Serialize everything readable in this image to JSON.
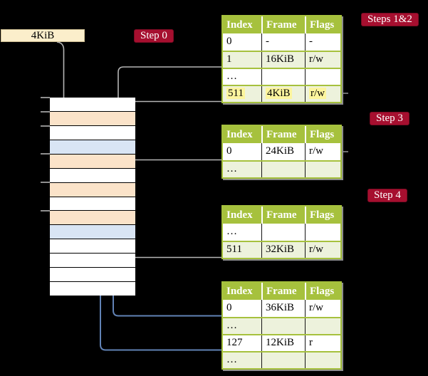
{
  "frame_box": {
    "label": "4KiB"
  },
  "step_labels": [
    {
      "id": "step0",
      "text": "Step 0"
    },
    {
      "id": "steps12",
      "text": "Steps 1&2"
    },
    {
      "id": "step3",
      "text": "Step 3"
    },
    {
      "id": "step4",
      "text": "Step 4"
    }
  ],
  "memory_column": {
    "rows": [
      "white",
      "peach",
      "white",
      "blue",
      "peach",
      "white",
      "peach",
      "white",
      "peach",
      "blue",
      "white",
      "white",
      "white",
      "white"
    ],
    "tick_count": 6
  },
  "tables": [
    {
      "name": "page-table-steps-1-2",
      "headers": [
        "Index",
        "Frame",
        "Flags"
      ],
      "rows": [
        {
          "cells": [
            "0",
            "-",
            "-"
          ],
          "shaded": false,
          "highlight": false
        },
        {
          "cells": [
            "1",
            "16KiB",
            "r/w"
          ],
          "shaded": true,
          "highlight": false
        },
        {
          "cells": [
            "…",
            "",
            ""
          ],
          "shaded": false,
          "highlight": false
        },
        {
          "cells": [
            "511",
            "4KiB",
            "r/w"
          ],
          "shaded": true,
          "highlight": true
        }
      ]
    },
    {
      "name": "page-table-step-3",
      "headers": [
        "Index",
        "Frame",
        "Flags"
      ],
      "rows": [
        {
          "cells": [
            "0",
            "24KiB",
            "r/w"
          ],
          "shaded": false,
          "highlight": false
        },
        {
          "cells": [
            "…",
            "",
            ""
          ],
          "shaded": true,
          "highlight": false
        }
      ]
    },
    {
      "name": "page-table-step-4",
      "headers": [
        "Index",
        "Frame",
        "Flags"
      ],
      "rows": [
        {
          "cells": [
            "…",
            "",
            ""
          ],
          "shaded": false,
          "highlight": false
        },
        {
          "cells": [
            "511",
            "32KiB",
            "r/w"
          ],
          "shaded": true,
          "highlight": false
        }
      ]
    },
    {
      "name": "page-table-final",
      "headers": [
        "Index",
        "Frame",
        "Flags"
      ],
      "rows": [
        {
          "cells": [
            "0",
            "36KiB",
            "r/w"
          ],
          "shaded": false,
          "highlight": false
        },
        {
          "cells": [
            "…",
            "",
            ""
          ],
          "shaded": true,
          "highlight": false
        },
        {
          "cells": [
            "127",
            "12KiB",
            "r"
          ],
          "shaded": false,
          "highlight": false
        },
        {
          "cells": [
            "…",
            "",
            ""
          ],
          "shaded": true,
          "highlight": false
        }
      ]
    }
  ],
  "connections": [
    {
      "from": "4KiB box",
      "to": "memory frame 4KiB",
      "color": "gray"
    },
    {
      "from": "table1 row 1 (16KiB)",
      "to": "memory frame 16KiB",
      "color": "gray"
    },
    {
      "from": "table1 row 511 (4KiB)",
      "to": "memory frame 4KiB",
      "color": "gray"
    },
    {
      "from": "table2 row 0 (24KiB)",
      "to": "memory frame 24KiB",
      "color": "gray"
    },
    {
      "from": "table3 row 511 (32KiB)",
      "to": "memory frame 32KiB",
      "color": "gray"
    },
    {
      "from": "table4 row 0 (36KiB)",
      "to": "memory frame 36KiB",
      "color": "blue"
    },
    {
      "from": "table4 row 127 (12KiB)",
      "to": "memory frame 12KiB",
      "color": "blue"
    }
  ],
  "colors": {
    "background": "#000000",
    "table_green": "#a6c13d",
    "row_shaded_green": "#edf2dc",
    "highlight_yellow": "#fcf59e",
    "badge_crimson": "#a60f2f",
    "frame_box_cream": "#fbeecb",
    "memory_peach": "#fbe3c9",
    "memory_blue": "#d9e5f4",
    "arrow_gray": "#b5b5b5",
    "arrow_blue": "#6182b5"
  }
}
